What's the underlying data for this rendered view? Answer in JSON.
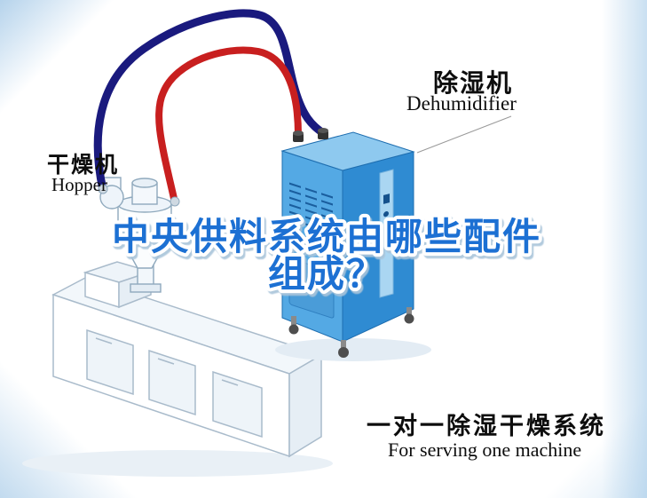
{
  "title": {
    "line1": "中央供料系统由哪些配件",
    "line2": "组成？",
    "color": "#1b6fd3",
    "outline_color": "#ffffff"
  },
  "machine_labels": {
    "dehumidifier": {
      "cn": "除湿机",
      "en": "Dehumidifier"
    },
    "hopper": {
      "cn": "干燥机",
      "en": "Hopper"
    }
  },
  "caption": {
    "cn": "一对一除湿干燥系统",
    "en": "For serving one machine"
  },
  "illustration": {
    "machines": [
      {
        "name": "dehumidifier-unit",
        "body_color": "#54a9e4",
        "side_color": "#2f8bd2",
        "top_color": "#8ec9ef"
      },
      {
        "name": "hopper-dryer",
        "style": "white line art"
      },
      {
        "name": "extruder-machine",
        "style": "white line art isometric"
      }
    ],
    "hoses": [
      {
        "name": "dry-air-hose",
        "color": "#1a1a7e"
      },
      {
        "name": "return-air-hose",
        "color": "#c81f1f"
      }
    ],
    "background_accent_color": "#a8cbe8"
  }
}
